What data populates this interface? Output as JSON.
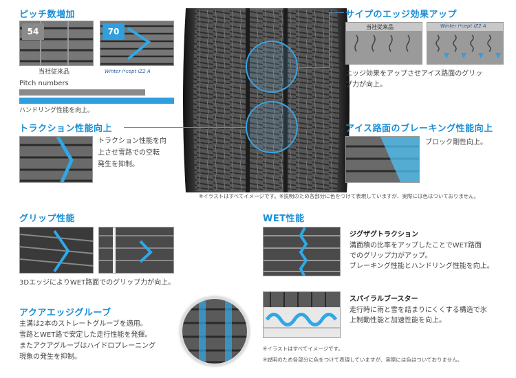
{
  "pitch": {
    "title": "ピッチ数増加",
    "left_badge": "54",
    "right_badge": "70",
    "left_caption": "当社従来品",
    "right_caption": "Winter i*cept iZ2 A",
    "pitch_label": "Pitch numbers",
    "note": "ハンドリング性能を向上。"
  },
  "edge": {
    "title": "サイプのエッジ効果アップ",
    "left_label": "当社従来品",
    "right_label": "Winter i*cept iZ2 A",
    "desc1": "エッジ効果をアップさせアイス路面のグリッ",
    "desc2": "プ力が向上。"
  },
  "traction": {
    "title": "トラクション性能向上",
    "desc1": "トラクション性能を向",
    "desc2": "上させ雪路での空転",
    "desc3": "発生を抑制。"
  },
  "braking": {
    "title": "アイス路面のブレーキング性能向上",
    "desc": "ブロック剛性向上。"
  },
  "note_top": "※イラストはすべてイメージです。※説明のため各部分に色をつけて表現していますが、実際には色はついておりません。",
  "grip": {
    "title": "グリップ性能",
    "desc": "3DエッジによりWET路面でのグリップ力が向上。"
  },
  "aqua": {
    "title": "アクアエッジグルーブ",
    "desc1": "主溝は2本のストレートグルーブを適用。",
    "desc2": "雪路とWET路で安定した走行性能を発揮。",
    "desc3": "またアクアグルーブはハイドロプレーニング",
    "desc4": "現象の発生を抑制。"
  },
  "wet": {
    "title": "WET性能",
    "zigzag_title": "ジグザグトラクション",
    "zigzag1": "溝面積の比率をアップしたことでWET路面",
    "zigzag2": "でのグリップ力がアップ。",
    "zigzag3": "ブレーキング性能とハンドリング性能を向上。",
    "spiral_title": "スパイラルブースター",
    "spiral1": "走行時に雨と雪を詰まりにくくする構造で氷",
    "spiral2": "上制動性能と加速性能を向上。"
  },
  "note_bottom1": "※イラストはすべてイメージです。",
  "note_bottom2": "※説明のため各部分に色をつけて表現していますが、実際には色はついておりません。",
  "colors": {
    "accent": "#1a8fd6",
    "tread": "#3a3a3a",
    "highlight": "#2fa8e8"
  }
}
